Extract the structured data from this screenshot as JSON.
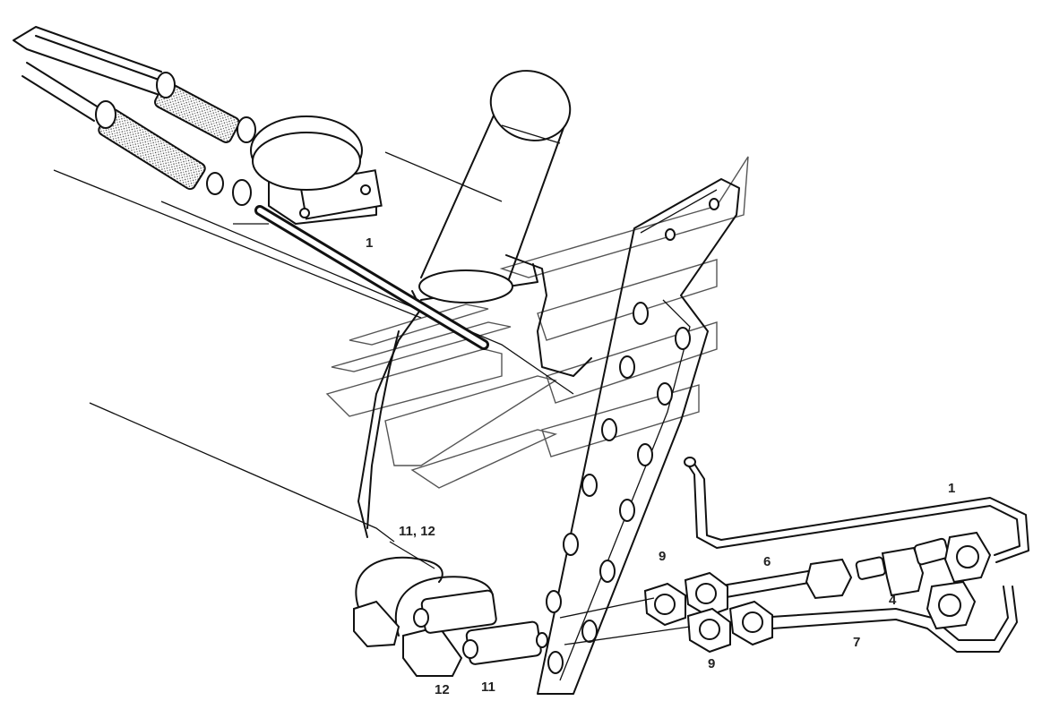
{
  "callouts": [
    {
      "id": "c1a",
      "text": "1"
    },
    {
      "id": "c1b",
      "text": "1"
    },
    {
      "id": "c6",
      "text": "6"
    },
    {
      "id": "c4",
      "text": "4"
    },
    {
      "id": "c7",
      "text": "7"
    },
    {
      "id": "c9a",
      "text": "9"
    },
    {
      "id": "c9b",
      "text": "9"
    },
    {
      "id": "c1112",
      "text": "11, 12"
    },
    {
      "id": "c12",
      "text": "12"
    },
    {
      "id": "c11",
      "text": "11"
    }
  ]
}
